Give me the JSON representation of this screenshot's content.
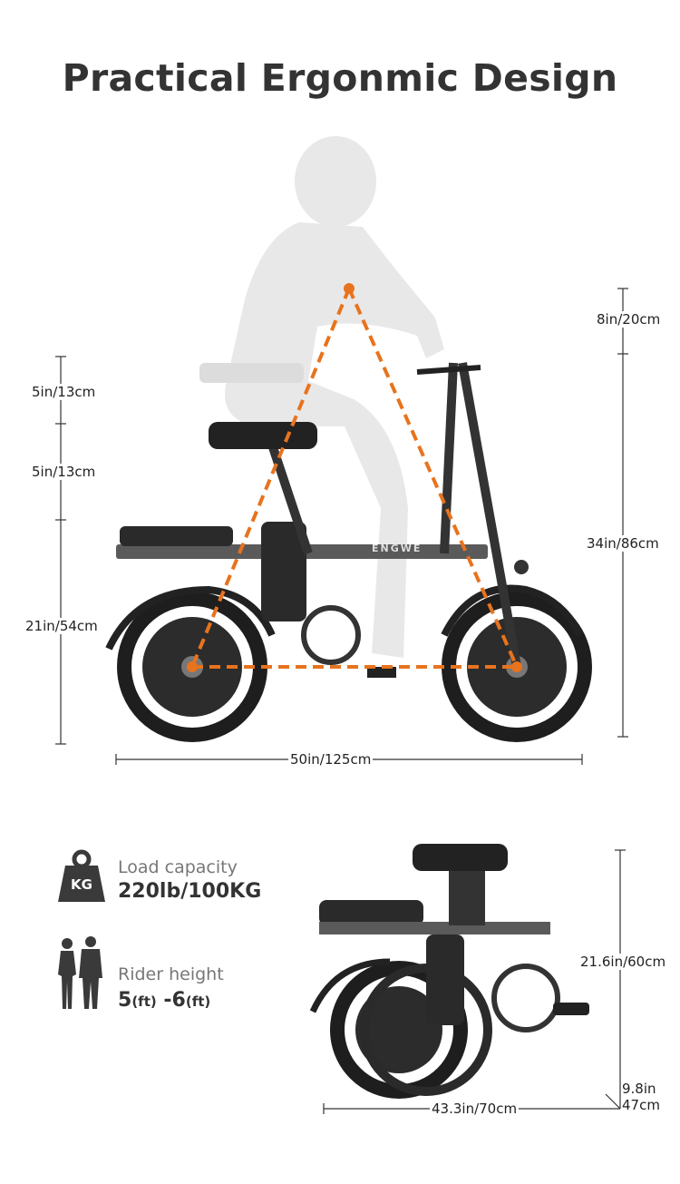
{
  "title": "Practical Ergonmic Design",
  "brand_logo_text": "ENGWE",
  "main_view": {
    "seat_adjust_upper": "5in/13cm",
    "seat_adjust_lower": "5in/13cm",
    "seat_height": "21in/54cm",
    "handlebar_adjust": "8in/20cm",
    "handlebar_height": "34in/86cm",
    "length": "50in/125cm"
  },
  "folded_view": {
    "height": "21.6in/60cm",
    "width_line1": "9.8in",
    "width_line2": "47cm",
    "length": "43.3in/70cm"
  },
  "specs": {
    "load": {
      "icon": "weight-kg-icon",
      "icon_text": "KG",
      "label": "Load capacity",
      "value": "220lb/100KG"
    },
    "rider": {
      "icon": "rider-silhouettes-icon",
      "label": "Rider height",
      "value_a": "5",
      "unit_a": "(ft)",
      "sep": " -",
      "value_b": "6",
      "unit_b": "(ft)"
    }
  },
  "colors": {
    "accent": "#e8731e",
    "text": "#333333",
    "rider": "#e6e6e6",
    "bike": "#2a2a2a"
  }
}
